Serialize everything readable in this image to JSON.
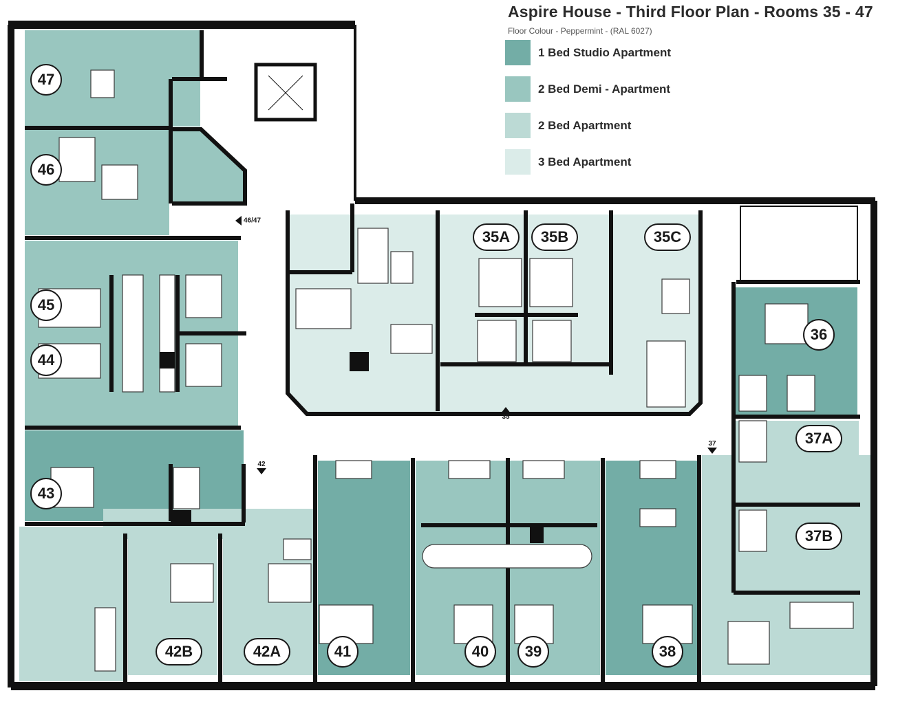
{
  "title": "Aspire House - Third Floor Plan - Rooms  35 - 47",
  "subtitle": "Floor Colour - Peppermint - (RAL 6027)",
  "legend": [
    {
      "label": "1 Bed Studio Apartment",
      "color": "#73ada6"
    },
    {
      "label": "2 Bed Demi - Apartment",
      "color": "#99c6bf"
    },
    {
      "label": "2 Bed Apartment",
      "color": "#bcdad5"
    },
    {
      "label": "3 Bed Apartment",
      "color": "#dbece9"
    }
  ],
  "colors": {
    "wall": "#111111",
    "corridor": "#ffffff",
    "fixture_line": "#4a4a4a"
  },
  "rooms": {
    "r47": "47",
    "r46": "46",
    "r45": "45",
    "r44": "44",
    "r43": "43",
    "r42b": "42B",
    "r42a": "42A",
    "r41": "41",
    "r40": "40",
    "r39": "39",
    "r38": "38",
    "r37a": "37A",
    "r37b": "37B",
    "r36": "36",
    "r35a": "35A",
    "r35b": "35B",
    "r35c": "35C"
  },
  "markers": {
    "m4647": "46/47",
    "m42": "42",
    "m35": "35",
    "m37": "37"
  }
}
